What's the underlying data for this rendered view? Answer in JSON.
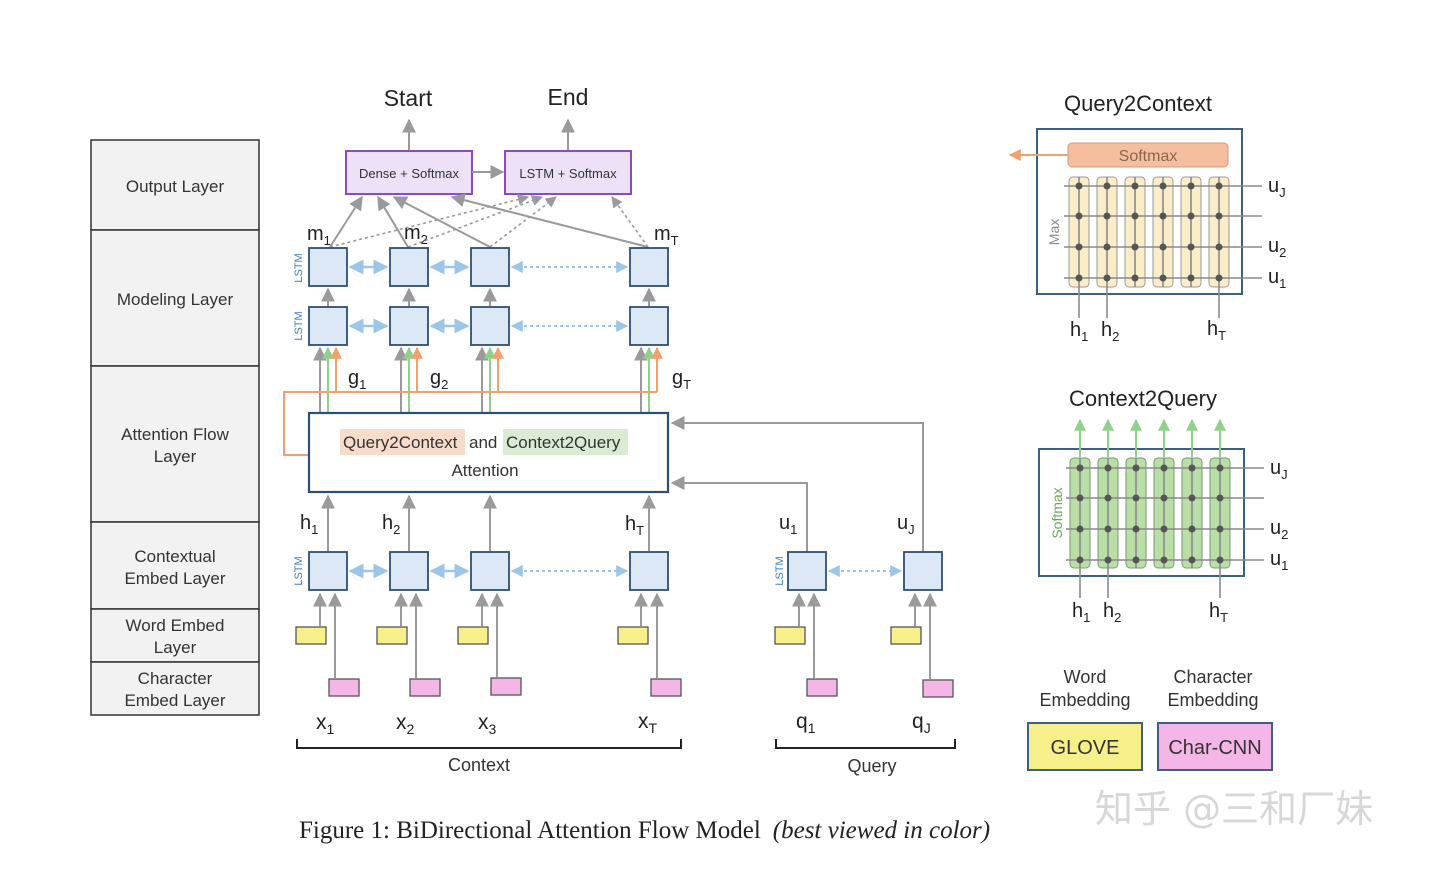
{
  "layers": [
    {
      "lines": [
        "Output Layer"
      ]
    },
    {
      "lines": [
        "Modeling Layer"
      ]
    },
    {
      "lines": [
        "Attention Flow",
        "Layer"
      ]
    },
    {
      "lines": [
        "Contextual",
        "Embed Layer"
      ]
    },
    {
      "lines": [
        "Word Embed",
        "Layer"
      ]
    },
    {
      "lines": [
        "Character",
        "Embed Layer"
      ]
    }
  ],
  "output": {
    "start": "Start",
    "end": "End",
    "dense_softmax": "Dense + Softmax",
    "lstm_softmax": "LSTM + Softmax"
  },
  "lstm_label": "LSTM",
  "m_labels": [
    {
      "base": "m",
      "sub": "1"
    },
    {
      "base": "m",
      "sub": "2"
    },
    {
      "base": "m",
      "sub": "T"
    }
  ],
  "g_labels": [
    {
      "base": "g",
      "sub": "1"
    },
    {
      "base": "g",
      "sub": "2"
    },
    {
      "base": "g",
      "sub": "T"
    }
  ],
  "h_labels": [
    {
      "base": "h",
      "sub": "1"
    },
    {
      "base": "h",
      "sub": "2"
    },
    {
      "base": "h",
      "sub": "T"
    }
  ],
  "u_labels": [
    {
      "base": "u",
      "sub": "1"
    },
    {
      "base": "u",
      "sub": "J"
    }
  ],
  "attention": {
    "q2c": "Query2Context",
    "and": "and",
    "c2q": "Context2Query",
    "attention": "Attention"
  },
  "x_labels": [
    {
      "base": "x",
      "sub": "1"
    },
    {
      "base": "x",
      "sub": "2"
    },
    {
      "base": "x",
      "sub": "3"
    },
    {
      "base": "x",
      "sub": "T"
    }
  ],
  "q_labels": [
    {
      "base": "q",
      "sub": "1"
    },
    {
      "base": "q",
      "sub": "J"
    }
  ],
  "context_label": "Context",
  "query_label": "Query",
  "q2c_panel": {
    "title": "Query2Context",
    "softmax": "Softmax",
    "max": "Max",
    "u_labels": [
      {
        "base": "u",
        "sub": "J"
      },
      {
        "base": "u",
        "sub": "2"
      },
      {
        "base": "u",
        "sub": "1"
      }
    ],
    "h_labels": [
      {
        "base": "h",
        "sub": "1"
      },
      {
        "base": "h",
        "sub": "2"
      },
      {
        "base": "h",
        "sub": "T"
      }
    ]
  },
  "c2q_panel": {
    "title": "Context2Query",
    "softmax": "Softmax",
    "u_labels": [
      {
        "base": "u",
        "sub": "J"
      },
      {
        "base": "u",
        "sub": "2"
      },
      {
        "base": "u",
        "sub": "1"
      }
    ],
    "h_labels": [
      {
        "base": "h",
        "sub": "1"
      },
      {
        "base": "h",
        "sub": "2"
      },
      {
        "base": "h",
        "sub": "T"
      }
    ]
  },
  "legend": {
    "word": [
      "Word",
      "Embedding"
    ],
    "char": [
      "Character",
      "Embedding"
    ],
    "glove": "GLOVE",
    "charcnn": "Char-CNN"
  },
  "caption": {
    "main": "Figure 1: BiDirectional Attention Flow Model",
    "note": "(best viewed in color)"
  },
  "watermark": "知乎 @三和厂妹",
  "colors": {
    "lstm_fill": "#dce8f5",
    "lstm_stroke": "#2d4f73",
    "lstm_text": "#3a7fc1",
    "output_fill": "#ece1f7",
    "output_stroke": "#8b4ac9",
    "word_embed": "#f7ef8a",
    "char_embed": "#f4b6e6",
    "q2c_highlight": "#f7dccb",
    "c2q_highlight": "#d9ecd3",
    "orange": "#f2a06c",
    "green": "#8fd18a",
    "blue_arrow": "#9cc6e8",
    "gray_arrow": "#9a9a9a",
    "panel_border": "#3c5f86",
    "q2c_column": "#fbedc7",
    "c2q_column": "#b9dfa7"
  }
}
